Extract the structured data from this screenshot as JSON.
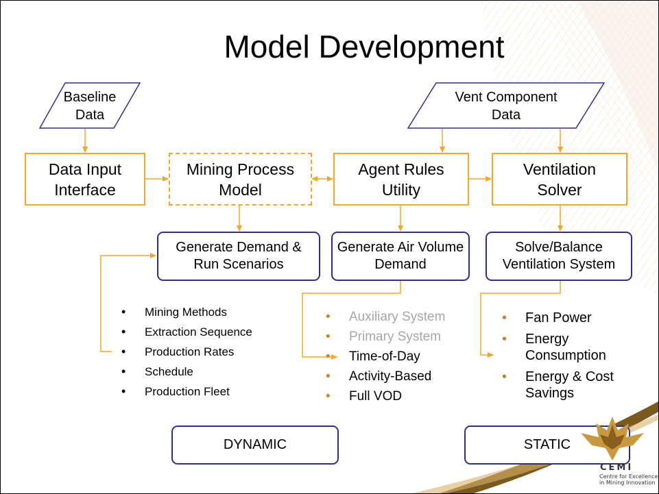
{
  "slide": {
    "title": "Model Development",
    "inputs": {
      "baseline_line1": "Baseline",
      "baseline_line2": "Data",
      "vent_line1": "Vent Component",
      "vent_line2": "Data"
    },
    "process_boxes": {
      "data_input": "Data Input Interface",
      "mining_process": "Mining Process Model",
      "agent_rules": "Agent Rules Utility",
      "ventilation_solver": "Ventilation Solver"
    },
    "result_boxes": {
      "generate_demand": "Generate Demand & Run Scenarios",
      "generate_air": "Generate Air Volume Demand",
      "solve_balance": "Solve/Balance Ventilation System"
    },
    "mining_list": [
      "Mining Methods",
      "Extraction Sequence",
      "Production Rates",
      "Schedule",
      "Production Fleet"
    ],
    "demand_list": [
      {
        "label": "Auxiliary System",
        "muted": true
      },
      {
        "label": "Primary System",
        "muted": true
      },
      {
        "label": "Time-of-Day",
        "muted": false
      },
      {
        "label": "Activity-Based",
        "muted": false
      },
      {
        "label": "Full VOD",
        "muted": false
      }
    ],
    "solver_list": [
      "Fan Power",
      "Energy Consumption",
      "Energy & Cost Savings"
    ],
    "mode_boxes": {
      "dynamic": "DYNAMIC",
      "static": "STATIC"
    },
    "logo": {
      "acronym": "CEMI",
      "line1": "Centre for Excellence",
      "line2": "in Mining Innovation"
    },
    "colors": {
      "orange": "#f5a623",
      "navy": "#2e2e8e",
      "bullet_gold": "#c08a2a",
      "muted_text": "#a6a6a6"
    }
  }
}
